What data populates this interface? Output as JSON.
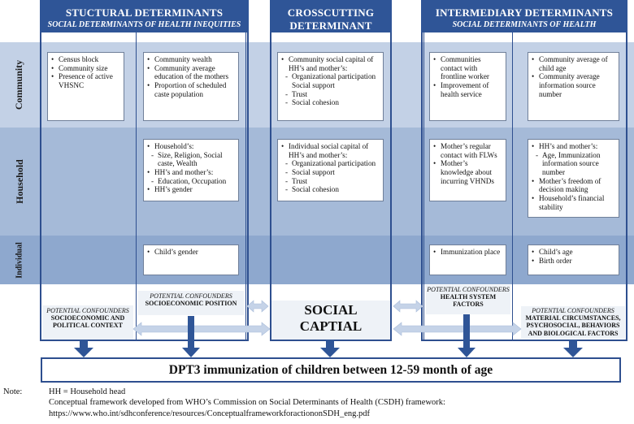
{
  "rows": {
    "community": "Community",
    "household": "Household",
    "individual": "Individual"
  },
  "headers": {
    "structural": {
      "title": "STUCTURAL DETERMINANTS",
      "subtitle": "SOCIAL DETERMINANTS OF HEALTH INEQUITIES"
    },
    "crosscutting": {
      "title_l1": "CROSSCUTTING",
      "title_l2": "DETERMINANT"
    },
    "intermediary": {
      "title": "INTERMEDIARY DETERMINANTS",
      "subtitle": "SOCIAL DETERMINANTS OF HEALTH"
    }
  },
  "boxes": {
    "s1_comm": [
      {
        "t": "Census block",
        "k": "b"
      },
      {
        "t": "Community size",
        "k": "b"
      },
      {
        "t": "Presence of active VHSNC",
        "k": "b"
      }
    ],
    "s2_comm": [
      {
        "t": "Community wealth",
        "k": "b"
      },
      {
        "t": "Community average education of the mothers",
        "k": "b"
      },
      {
        "t": "Proportion of scheduled caste population",
        "k": "b"
      }
    ],
    "s2_house": [
      {
        "t": "Household’s:",
        "k": "b"
      },
      {
        "t": "Size, Religion, Social caste, Wealth",
        "k": "d"
      },
      {
        "t": "HH’s and mother’s:",
        "k": "b"
      },
      {
        "t": "Education, Occupation",
        "k": "d"
      },
      {
        "t": "HH’s gender",
        "k": "b"
      }
    ],
    "s2_indiv": [
      {
        "t": "Child’s gender",
        "k": "b"
      }
    ],
    "x_comm": [
      {
        "t": "Community social capital of HH’s and mother’s:",
        "k": "b"
      },
      {
        "t": "Organizational participation Social support",
        "k": "d"
      },
      {
        "t": "Trust",
        "k": "d"
      },
      {
        "t": "Social cohesion",
        "k": "d"
      }
    ],
    "x_house": [
      {
        "t": "Individual social capital of HH’s and mother’s:",
        "k": "b"
      },
      {
        "t": "Organizational participation",
        "k": "d"
      },
      {
        "t": "Social support",
        "k": "d"
      },
      {
        "t": "Trust",
        "k": "d"
      },
      {
        "t": "Social cohesion",
        "k": "d"
      }
    ],
    "i1_comm": [
      {
        "t": "Communities contact with frontline worker",
        "k": "b"
      },
      {
        "t": "Improvement of health service",
        "k": "b"
      }
    ],
    "i1_house": [
      {
        "t": "Mother’s regular contact with FLWs",
        "k": "b"
      },
      {
        "t": "Mother’s knowledge about incurring VHNDs",
        "k": "b"
      }
    ],
    "i1_indiv": [
      {
        "t": "Immunization place",
        "k": "b"
      }
    ],
    "i2_comm": [
      {
        "t": "Community average of child age",
        "k": "b"
      },
      {
        "t": "Community average information source number",
        "k": "b"
      }
    ],
    "i2_house": [
      {
        "t": "HH’s and mother’s:",
        "k": "b"
      },
      {
        "t": "Age, Immunization information source number",
        "k": "d"
      },
      {
        "t": "Mother’s freedom of decision making",
        "k": "b"
      },
      {
        "t": "Household’s financial stability",
        "k": "b"
      }
    ],
    "i2_indiv": [
      {
        "t": "Child’s age",
        "k": "b"
      },
      {
        "t": "Birth order",
        "k": "b"
      }
    ]
  },
  "confounders": {
    "c1": {
      "italic": "POTENTIAL CONFOUNDERS",
      "bold": "SOCIOECONOMIC AND POLITICAL CONTEXT"
    },
    "c2": {
      "italic": "POTENTIAL CONFOUNDERS",
      "bold": "SOCIOECONOMIC POSITION"
    },
    "c3": {
      "italic": "POTENTIAL CONFOUNDERS",
      "bold": "HEALTH SYSTEM FACTORS"
    },
    "c4": {
      "italic": "POTENTIAL CONFOUNDERS",
      "bold": "MATERIAL CIRCUMSTANCES, PSYCHOSOCIAL, BEHAVIORS AND BIOLOGICAL FACTORS"
    }
  },
  "social_capital": {
    "l1": "SOCIAL",
    "l2": "CAPTIAL"
  },
  "outcome": "DPT3 immunization of children between 12-59 month of age",
  "note": {
    "label": "Note:",
    "line1": "HH = Household head",
    "line2": "Conceptual framework developed from WHO’s Commission on Social Determinants of Health (CSDH) framework:",
    "line3": "https://www.who.int/sdhconference/resources/ConceptualframeworkforactiononSDH_eng.pdf"
  },
  "colors": {
    "header": "#2f5597",
    "border": "#2e4f8f",
    "band_community": "#c3d1e6",
    "band_household": "#a5bad8",
    "band_individual": "#8ea8ce",
    "confounder_bg": "#eef2f7",
    "arrow_light": "#c5d3e8"
  }
}
